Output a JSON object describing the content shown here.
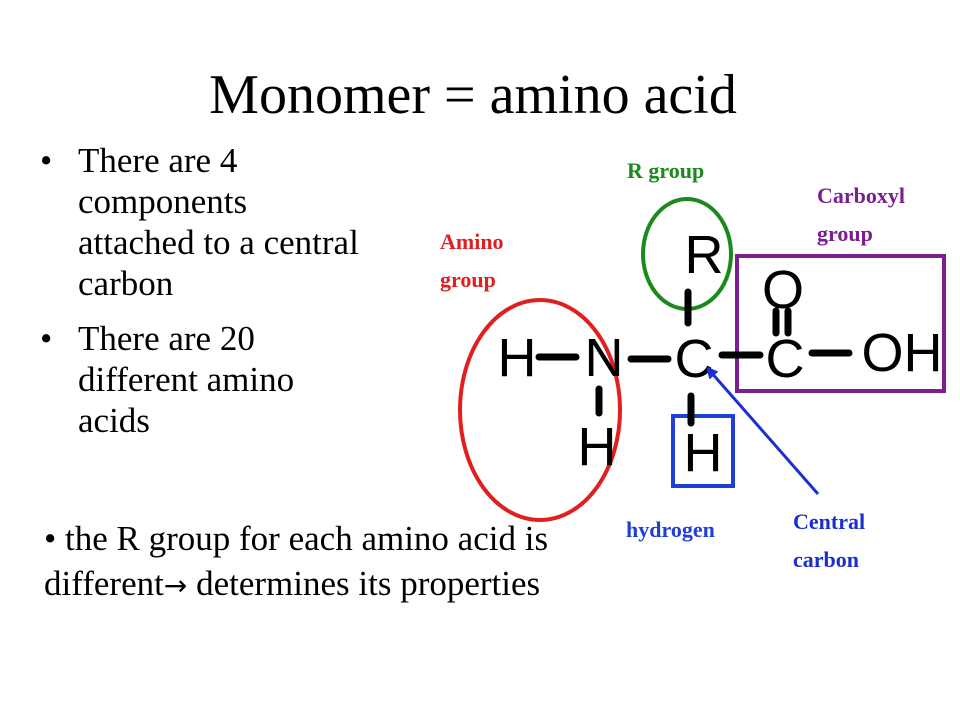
{
  "title": "Monomer = amino acid",
  "bullet_glyph": "•",
  "bullets": [
    "There are 4 components attached to a central carbon",
    "There are 20 different amino acids"
  ],
  "note": {
    "part1": "the R group for each amino acid is different",
    "arrow": "→",
    "part2": " determines its properties"
  },
  "labels": {
    "r_group": "R group",
    "carboxyl_group_line1": "Carboxyl",
    "carboxyl_group_line2": "group",
    "amino_group_line1": "Amino",
    "amino_group_line2": "group",
    "hydrogen": "hydrogen",
    "central_carbon_line1": "Central",
    "central_carbon_line2": "carbon"
  },
  "atoms": {
    "r": "R",
    "o": "O",
    "h_left": "H",
    "n": "N",
    "c_central": "C",
    "c_carboxyl": "C",
    "oh": "OH",
    "h_amino": "H",
    "h_central": "H"
  },
  "colors": {
    "r_group": "#1a8a1a",
    "carboxyl": "#7a1f8f",
    "amino": "#e02020",
    "hydrogen": "#1f3fd8",
    "central_arrow": "#1a2fd0"
  }
}
